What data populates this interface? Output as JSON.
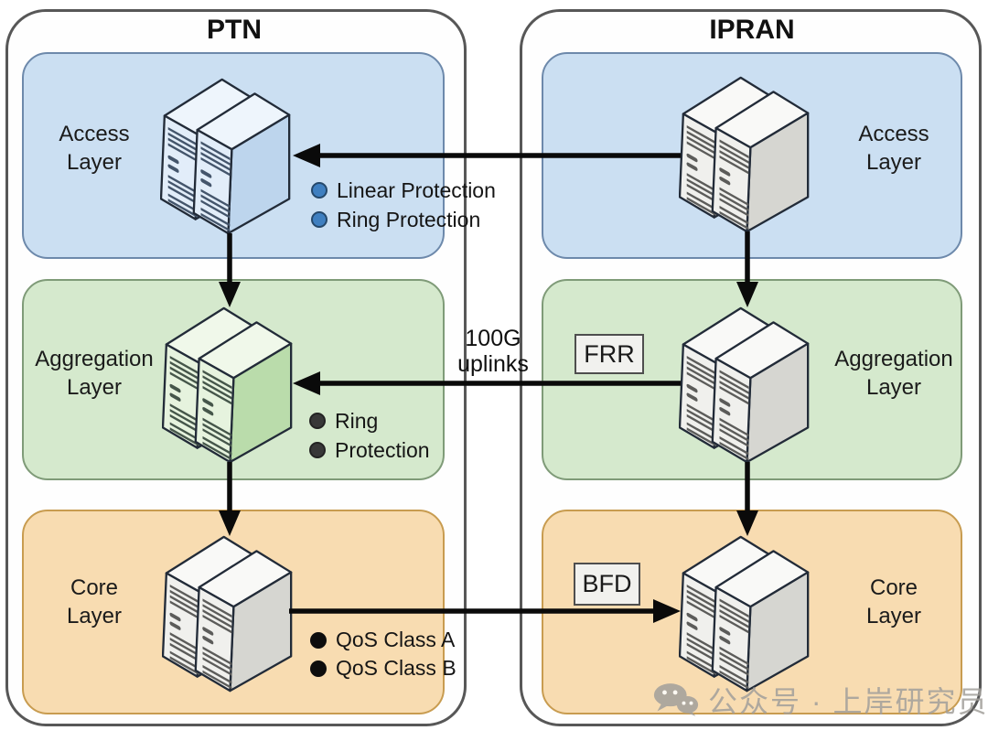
{
  "ptn": {
    "title": "PTN",
    "layers": {
      "access": {
        "label1": "Access",
        "label2": "Layer",
        "bullets": [
          {
            "text": "Linear Protection"
          },
          {
            "text": "Ring Protection"
          }
        ]
      },
      "aggregation": {
        "label1": "Aggregation",
        "label2": "Layer",
        "bullets": [
          {
            "text": "Ring"
          },
          {
            "text": "Protection"
          }
        ]
      },
      "core": {
        "label1": "Core",
        "label2": "Layer",
        "bullets": [
          {
            "text": "QoS Class A"
          },
          {
            "text": "QoS Class B"
          }
        ]
      }
    }
  },
  "ipran": {
    "title": "IPRAN",
    "layers": {
      "access": {
        "label1": "Access",
        "label2": "Layer"
      },
      "aggregation": {
        "label1": "Aggregation",
        "label2": "Layer",
        "tag": "FRR"
      },
      "core": {
        "label1": "Core",
        "label2": "Layer",
        "tag": "BFD"
      }
    }
  },
  "link_labels": {
    "uplink_line1": "100G",
    "uplink_line2": "uplinks"
  },
  "watermark": {
    "text": "公众号 · 上岸研究员",
    "icon": "wechat-icon"
  },
  "icons": {
    "server_pair": "server-stack-icon"
  },
  "colors": {
    "access_fill": "#cbdff2",
    "access_border": "#6d89ab",
    "aggregation_fill": "#d5e9cd",
    "aggregation_border": "#7f9b78",
    "core_fill": "#f8dcb1",
    "core_border": "#c89c50",
    "panel_border": "#575757",
    "bullet_blue": "#3f7fc0",
    "bullet_dark": "#383838",
    "bullet_black": "#0d0d0d",
    "arrow": "#0a0a0a",
    "server_blue_side": "#bdd5ed",
    "server_green_side": "#badcab",
    "server_gray_side": "#d6d6d1",
    "watermark_gray": "#a29f9b"
  }
}
